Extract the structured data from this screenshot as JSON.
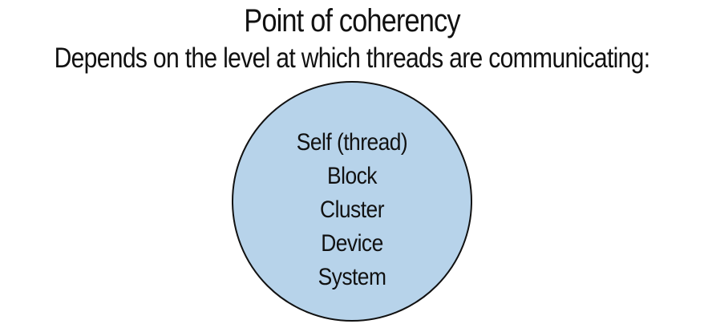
{
  "heading": {
    "title": "Point of coherency",
    "subtitle": "Depends on the level at which threads are communicating:"
  },
  "circle": {
    "fill_color": "#b7d3ea",
    "stroke_color": "#111111",
    "levels": [
      "Self (thread)",
      "Block",
      "Cluster",
      "Device",
      "System"
    ]
  }
}
